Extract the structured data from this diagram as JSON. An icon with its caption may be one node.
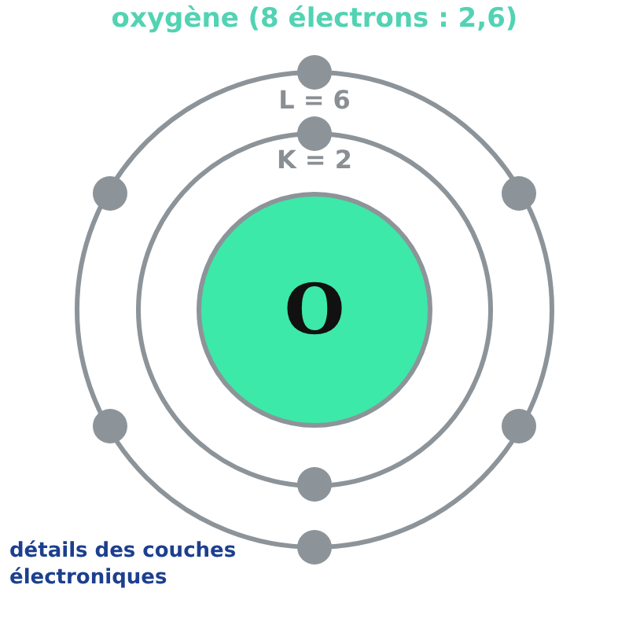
{
  "diagram": {
    "title": "oxygène (8 électrons : 2,6)",
    "nodes": [
      {
        "text": [
          "O"
        ]
      }
    ],
    "labels": [
      "L = 6",
      "K = 2",
      "détails des couches électroniques"
    ]
  }
}
